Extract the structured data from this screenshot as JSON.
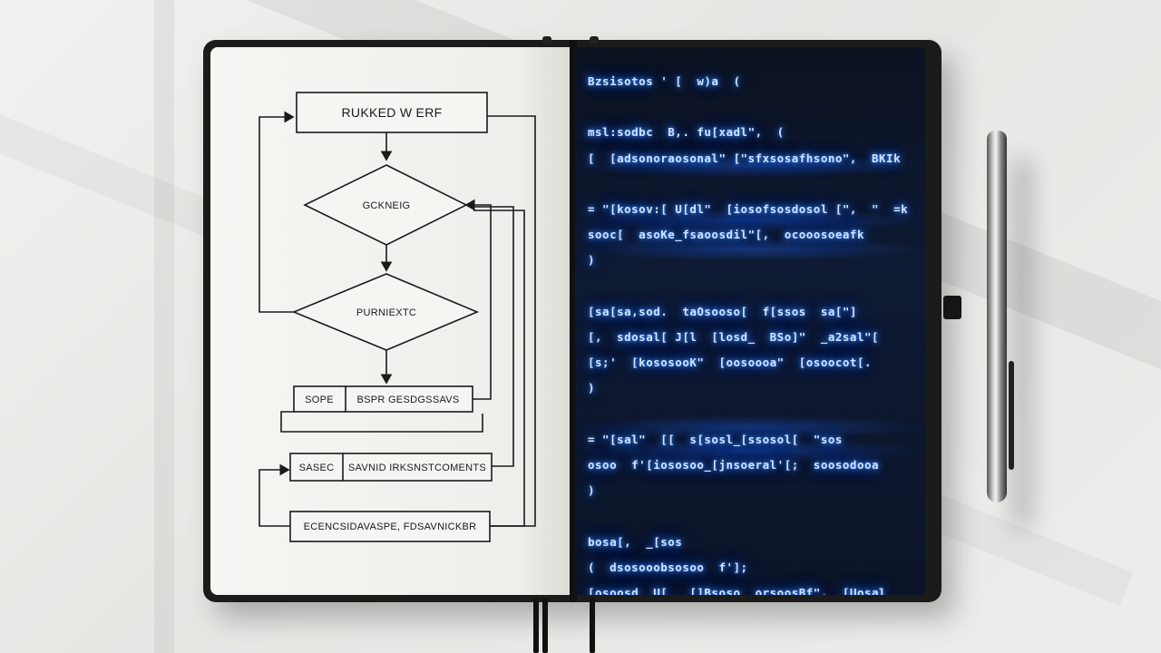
{
  "flowchart": {
    "title_box": "RUKKED W ERF",
    "decision_1": "GCKNEIG",
    "decision_2": "PURNIEXTC",
    "row1_left": "SOPE",
    "row1_right": "BSPR  GESDGSSAVS",
    "row2_left": "SASEC",
    "row2_right": "SAVNID IRKSNSTCOMENTS",
    "bottom_box": "ECENCSIDAVASPE, FDSAVNICKBR"
  },
  "code": {
    "lines": [
      "Bzsisotos ' [  w)a  (",
      "",
      "msl:sodbc  B,. fu[xadl\",  (",
      "[  [adsonoraosonal\" [\"sfxsosafhsono\",  BKIk",
      "",
      "= \"[kosov:[ U[dl\"  [iosofsosdosol [\",  \"  =k",
      "sooc[  asoKe_fsaoosdil\"[,  ocooosoeafk",
      ")",
      "",
      "[sa[sa,sod.  taOsooso[  f[ssos  sa[\"]",
      "[,  sdosal[ J[l  [losd_  BSo]\"  _a2sal\"[",
      "[s;'  [kososooK\"  [oosoooa\"  [osoocot[.",
      ")",
      "",
      "= \"[sal\"  [[  s[sosl_[ssosol[  \"sos",
      "osoo  f'[iososoo_[jnsoeral'[;  soosodooa",
      ")",
      "",
      "bosa[,  _[sos",
      "(  dsosooobsosoo  f'];",
      "[osoosd  U[_  []Bsoso  orsoosBf\",  [Uosal"
    ]
  }
}
